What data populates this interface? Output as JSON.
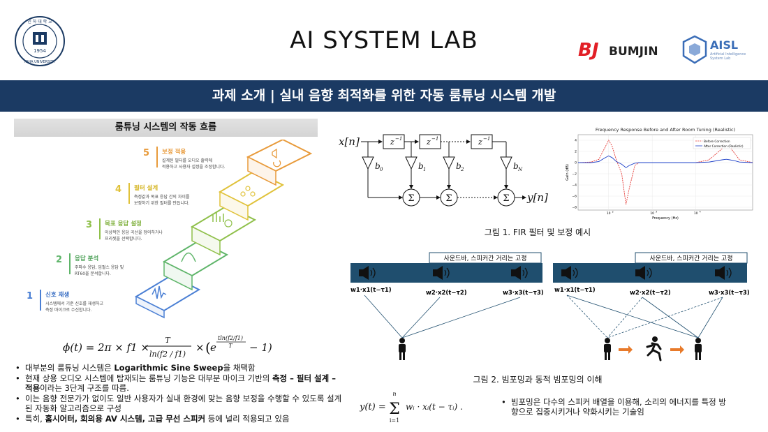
{
  "header": {
    "title": "AI SYSTEM LAB",
    "bumjin_mark": "BJ",
    "bumjin_label": "BUMJIN",
    "aisl_label": "AISL",
    "aisl_sub1": "Artificial Intelligence",
    "aisl_sub2": "System Lab",
    "univ_year": "1954"
  },
  "banner": {
    "text": "과제 소개 | 실내 음향 최적화를 위한 자동 룸튜닝 시스템 개발"
  },
  "left": {
    "subtitle": "룸튜닝 시스템의 작동 흐름",
    "steps": [
      {
        "num": "1",
        "title": "신호 재생",
        "desc1": "시스템에서 기준 신호를 재생하고",
        "desc2": "측정 마이크로 수신합니다."
      },
      {
        "num": "2",
        "title": "응답 분석",
        "desc1": "주파수 응답, 임펄스 응답 및",
        "desc2": "RT60을 분석합니다."
      },
      {
        "num": "3",
        "title": "목표 응답 설정",
        "desc1": "이상적인 응답 곡선을 정의하거나",
        "desc2": "프리셋을 선택합니다."
      },
      {
        "num": "4",
        "title": "필터 설계",
        "desc1": "측정값과 목표 응답 간의 차이를",
        "desc2": "보정하기 위한 필터를 만듭니다."
      },
      {
        "num": "5",
        "title": "보정 적용",
        "desc1": "설계된 필터를 오디오 출력에",
        "desc2": "적용하고 사용자 설정을 조정합니다."
      }
    ],
    "formula": {
      "lhs": "ϕ(t) = 2π × f1 ×",
      "num": "T",
      "den": "ln(f2 / f1)",
      "times": "×",
      "exp_base": "e",
      "exp_pow": "tln(f2/f1)",
      "exp_den": "T",
      "tail": "− 1)"
    },
    "bullets": [
      {
        "pre": "대부분의 룸튜닝 시스템은 ",
        "bold": "Logarithmic Sine Sweep",
        "post": "을 채택함"
      },
      {
        "pre": "현재 상용 오디오 시스템에 탑재되는 룸튜닝 기능은 대부분 마이크 기반의 ",
        "bold": "측정 – 필터 설계 – 적용",
        "post": "이라는 3단계 구조를 따름."
      },
      {
        "pre": "이는 음향 전문가가 없이도 일반 사용자가 실내 환경에 맞는 음향 보정을 수행할 수 있도록 설계된 자동화 알고리즘으로 구성",
        "bold": "",
        "post": ""
      },
      {
        "pre": "특히, ",
        "bold": "홈시어터, 회의용 AV 시스템, 고급 무선 스피커",
        "post": " 등에 널리 적용되고 있음"
      }
    ]
  },
  "fir": {
    "input": "x[n]",
    "output": "y[n]",
    "delay": "z",
    "delay_sup": "−1",
    "coeffs": [
      "b",
      "b",
      "b",
      "b"
    ],
    "coeff_subs": [
      "0",
      "1",
      "2",
      "N"
    ],
    "sum": "Σ"
  },
  "freq_chart": {
    "title": "Frequency Response Before and After Room Tuning (Realistic)",
    "legend_before": "Before Correction",
    "legend_after": "After Correction (Realistic)",
    "xlabel": "Frequency (Hz)",
    "ylabel": "Gain (dB)",
    "yticks": [
      "4",
      "2",
      "0",
      "−2",
      "−4",
      "−6",
      "−8"
    ],
    "xticks": [
      "10",
      "10",
      "10"
    ],
    "xtick_sups": [
      "2",
      "3",
      "4"
    ]
  },
  "chart_data": {
    "type": "line",
    "title": "Frequency Response Before and After Room Tuning (Realistic)",
    "xlabel": "Frequency (Hz)",
    "ylabel": "Gain (dB)",
    "xscale": "log",
    "ylim": [
      -8.5,
      5
    ],
    "xlim": [
      20,
      200000
    ],
    "grid": true,
    "legend": "top-right",
    "series": [
      {
        "name": "Before Correction",
        "style": "dashed",
        "color": "#e53935",
        "x": [
          20,
          40,
          60,
          80,
          100,
          120,
          150,
          200,
          250,
          300,
          400,
          500,
          1000,
          2000,
          5000,
          10000,
          20000,
          40000,
          50000,
          60000,
          80000,
          100000,
          200000
        ],
        "y": [
          0,
          0.1,
          0.6,
          2.5,
          4.0,
          3.0,
          0.5,
          -2.0,
          -7.5,
          -4.5,
          -0.5,
          0,
          0,
          0,
          0,
          0,
          0.5,
          2.5,
          3.0,
          2.8,
          1.5,
          0.5,
          0
        ]
      },
      {
        "name": "After Correction (Realistic)",
        "style": "solid",
        "color": "#1e40c8",
        "x": [
          20,
          40,
          60,
          80,
          100,
          120,
          150,
          200,
          250,
          300,
          400,
          500,
          1000,
          2000,
          5000,
          10000,
          20000,
          40000,
          50000,
          60000,
          80000,
          100000,
          200000
        ],
        "y": [
          0,
          0,
          0.2,
          0.8,
          1.2,
          0.9,
          0.2,
          -0.3,
          -0.9,
          -0.5,
          -0.1,
          0,
          0,
          0,
          0,
          0,
          0.1,
          0.5,
          0.6,
          0.5,
          0.3,
          0.1,
          0
        ]
      }
    ]
  },
  "fig1_caption": "그림 1. FIR 필터 및 보정 예시",
  "beam": {
    "bar_label": "사운드바, 스피커간 거리는 고정",
    "w1": "w1·x1(t−τ1)",
    "w2": "w2·x2(t−τ2)",
    "w3": "w3·x3(t−τ3)"
  },
  "fig2_caption": "그림 2. 빔포밍과 동적 빔포밍의 이해",
  "beam_formula": {
    "lhs": "y(t) =",
    "sum": "Σ",
    "top": "n",
    "bottom": "i=1",
    "body": "wᵢ · xᵢ(t − τᵢ) ."
  },
  "beam_note": "빔포밍은 다수의 스피커 배열을 이용해, 소리의 에너지를 특정 방향으로 집중시키거나 약화시키는 기술임",
  "colors": {
    "navy": "#1b3a63",
    "bar": "#1f4e6e",
    "step1": "#4a7fd4",
    "step2": "#5fb56a",
    "step3": "#8fc04a",
    "step4": "#e0c23a",
    "step5": "#e89a3a",
    "before": "#e53935",
    "after": "#1e40c8"
  }
}
